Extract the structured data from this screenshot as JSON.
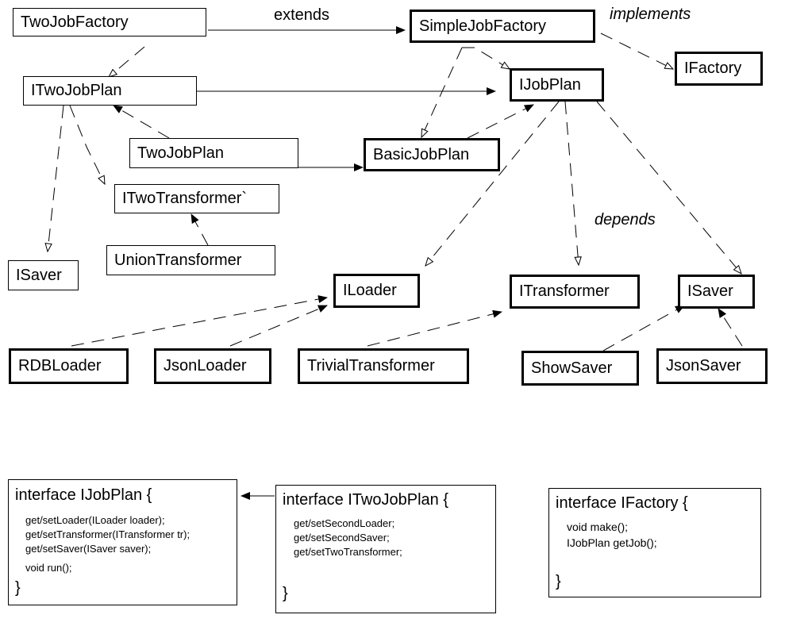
{
  "boxes": [
    {
      "id": "two_job_factory",
      "text": "TwoJobFactory"
    },
    {
      "id": "simple_job_factory",
      "text": "SimpleJobFactory"
    },
    {
      "id": "ifactory",
      "text": "IFactory"
    },
    {
      "id": "itwo_job_plan",
      "text": "ITwoJobPlan"
    },
    {
      "id": "ijob_plan",
      "text": "IJobPlan"
    },
    {
      "id": "two_job_plan",
      "text": "TwoJobPlan"
    },
    {
      "id": "basic_job_plan",
      "text": "BasicJobPlan"
    },
    {
      "id": "itwo_transformer",
      "text": "ITwoTransformer`"
    },
    {
      "id": "union_transformer",
      "text": "UnionTransformer"
    },
    {
      "id": "isaver_left",
      "text": "ISaver"
    },
    {
      "id": "iloader",
      "text": "ILoader"
    },
    {
      "id": "itransformer",
      "text": "ITransformer"
    },
    {
      "id": "isaver_right",
      "text": "ISaver"
    },
    {
      "id": "rdb_loader",
      "text": "RDBLoader"
    },
    {
      "id": "json_loader",
      "text": "JsonLoader"
    },
    {
      "id": "trivial_transformer",
      "text": "TrivialTransformer"
    },
    {
      "id": "show_saver",
      "text": "ShowSaver"
    },
    {
      "id": "json_saver",
      "text": "JsonSaver"
    }
  ],
  "labels": {
    "extends": "extends",
    "implements": "implements",
    "depends": "depends"
  },
  "code_boxes": {
    "ijobplan": {
      "header": "interface IJobPlan {",
      "lines": [
        "get/setLoader(ILoader loader);",
        "get/setTransformer(ITransformer tr);",
        "get/setSaver(ISaver saver);",
        "void run();"
      ],
      "footer": "}"
    },
    "itwojobplan": {
      "header": "interface ITwoJobPlan {",
      "lines": [
        "get/setSecondLoader;",
        "get/setSecondSaver;",
        "get/setTwoTransformer;"
      ],
      "footer": "}"
    },
    "ifactory": {
      "header": "interface IFactory {",
      "lines": [
        "void make();",
        "IJobPlan getJob();"
      ],
      "footer": "}"
    }
  }
}
